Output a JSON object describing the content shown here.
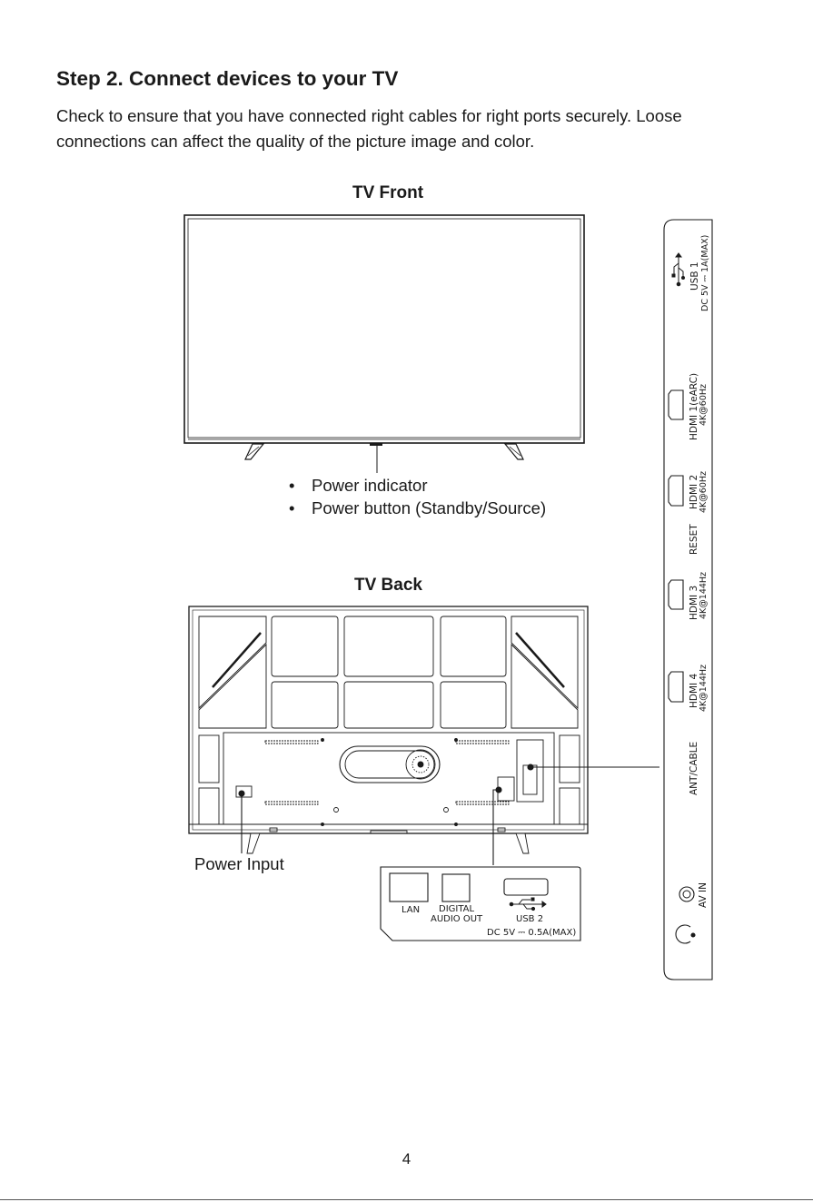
{
  "heading": "Step 2. Connect devices to your TV",
  "intro": "Check to ensure that you have connected right cables for right ports securely. Loose connections can affect the quality of the picture image and color.",
  "front": {
    "caption": "TV Front",
    "bullets": [
      "Power indicator",
      "Power button (Standby/Source)"
    ]
  },
  "back": {
    "caption": "TV Back",
    "power_input_label": "Power Input"
  },
  "side_panel": {
    "usb1": "USB 1",
    "usb1_rating": "DC 5V ⎓ 1A(MAX)",
    "hdmi1": "HDMI 1(eARC)",
    "hdmi1_spec": "4K@60Hz",
    "hdmi2": "HDMI 2",
    "hdmi2_spec": "4K@60Hz",
    "reset": "RESET",
    "hdmi3": "HDMI 3",
    "hdmi3_spec": "4K@144Hz",
    "hdmi4": "HDMI 4",
    "hdmi4_spec": "4K@144Hz",
    "ant": "ANT/CABLE",
    "av_in": "AV IN"
  },
  "bottom_panel": {
    "lan": "LAN",
    "digital_1": "DIGITAL",
    "digital_2": "AUDIO OUT",
    "usb2": "USB 2",
    "usb2_rating": "DC 5V ⎓ 0.5A(MAX)"
  },
  "page_number": "4"
}
